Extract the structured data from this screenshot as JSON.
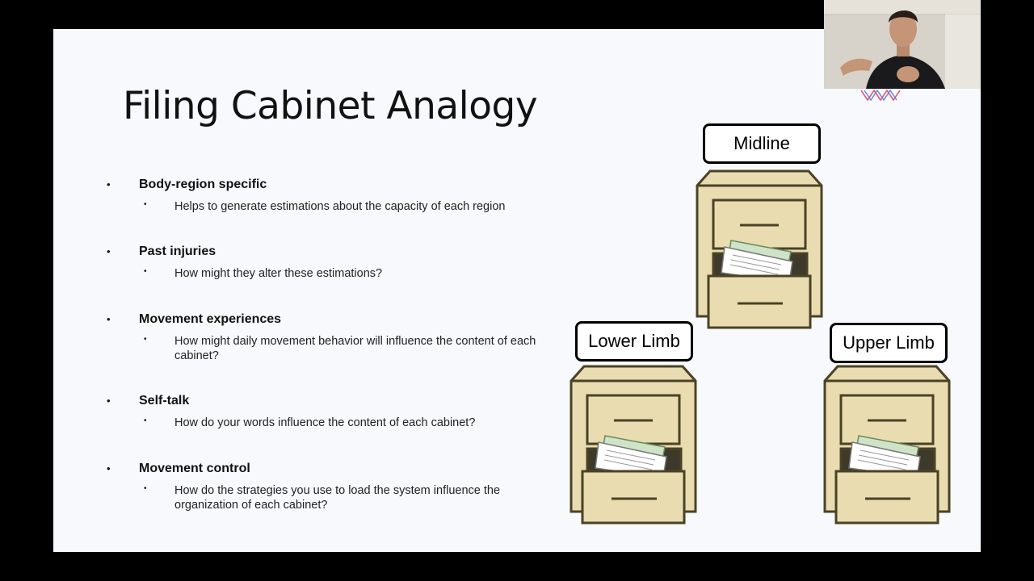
{
  "slide": {
    "title": "Filing Cabinet Analogy",
    "bullet_dot": "•",
    "bullets": [
      {
        "heading": "Body-region specific",
        "sub": "Helps to generate estimations about the capacity of each region"
      },
      {
        "heading": "Past injuries",
        "sub": "How might they alter these estimations?"
      },
      {
        "heading": "Movement experiences",
        "sub": "How might daily movement behavior will influence the content of each cabinet?"
      },
      {
        "heading": "Self-talk",
        "sub": "How do your words influence the content of each cabinet?"
      },
      {
        "heading": "Movement control",
        "sub": "How do the strategies you use to load the system influence the organization of each cabinet?"
      }
    ],
    "cabinets": {
      "midline": "Midline",
      "lower_limb": "Lower Limb",
      "upper_limb": "Upper Limb"
    }
  },
  "colors": {
    "cabinet_fill": "#e8dcb0",
    "cabinet_stroke": "#4a4226",
    "slide_bg": "#f7f9fc"
  }
}
